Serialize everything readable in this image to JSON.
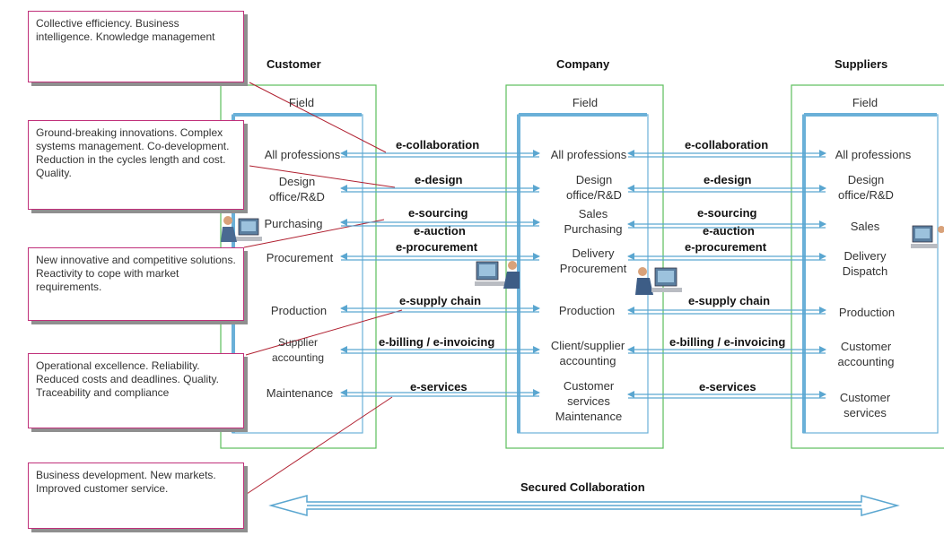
{
  "columns": [
    {
      "name": "Customer",
      "field": "Field",
      "functions": [
        "All professions",
        "Design office/R&D",
        "Purchasing",
        "Procurement",
        "Production",
        "Supplier accounting",
        "Maintenance"
      ]
    },
    {
      "name": "Company",
      "field": "Field",
      "functions": [
        "All professions",
        "Design office/R&D",
        "Sales Purchasing",
        "Delivery Procurement",
        "Production",
        "Client/supplier accounting",
        "Customer services Maintenance"
      ]
    },
    {
      "name": "Suppliers",
      "field": "Field",
      "functions": [
        "All professions",
        "Design office/R&D",
        "Sales",
        "Delivery Dispatch",
        "Production",
        "Customer accounting",
        "Customer services"
      ]
    }
  ],
  "links": [
    "e-collaboration",
    "e-design",
    "e-sourcing",
    "e-auction",
    "e-procurement",
    "e-supply chain",
    "e-billing / e-invoicing",
    "e-services"
  ],
  "notes": [
    "Collective efficiency. Business intelligence. Knowledge management",
    "Ground-breaking innovations. Complex systems management. Co-development. Reduction in the cycles length and cost. Quality.",
    "New innovative and competitive solutions. Reactivity to cope with market requirements.",
    "Operational excellence. Reliability. Reduced costs and deadlines. Quality. Traceability and compliance",
    "Business development. New markets. Improved customer service."
  ],
  "secured_label": "Secured Collaboration",
  "colors": {
    "box_border": "#5cbf5c",
    "inner_border": "#6ab0d8",
    "arrow": "#5aa6d0",
    "note_border": "#c0307a",
    "leader_line": "#b02030",
    "shadow": "#8f8f8f"
  }
}
